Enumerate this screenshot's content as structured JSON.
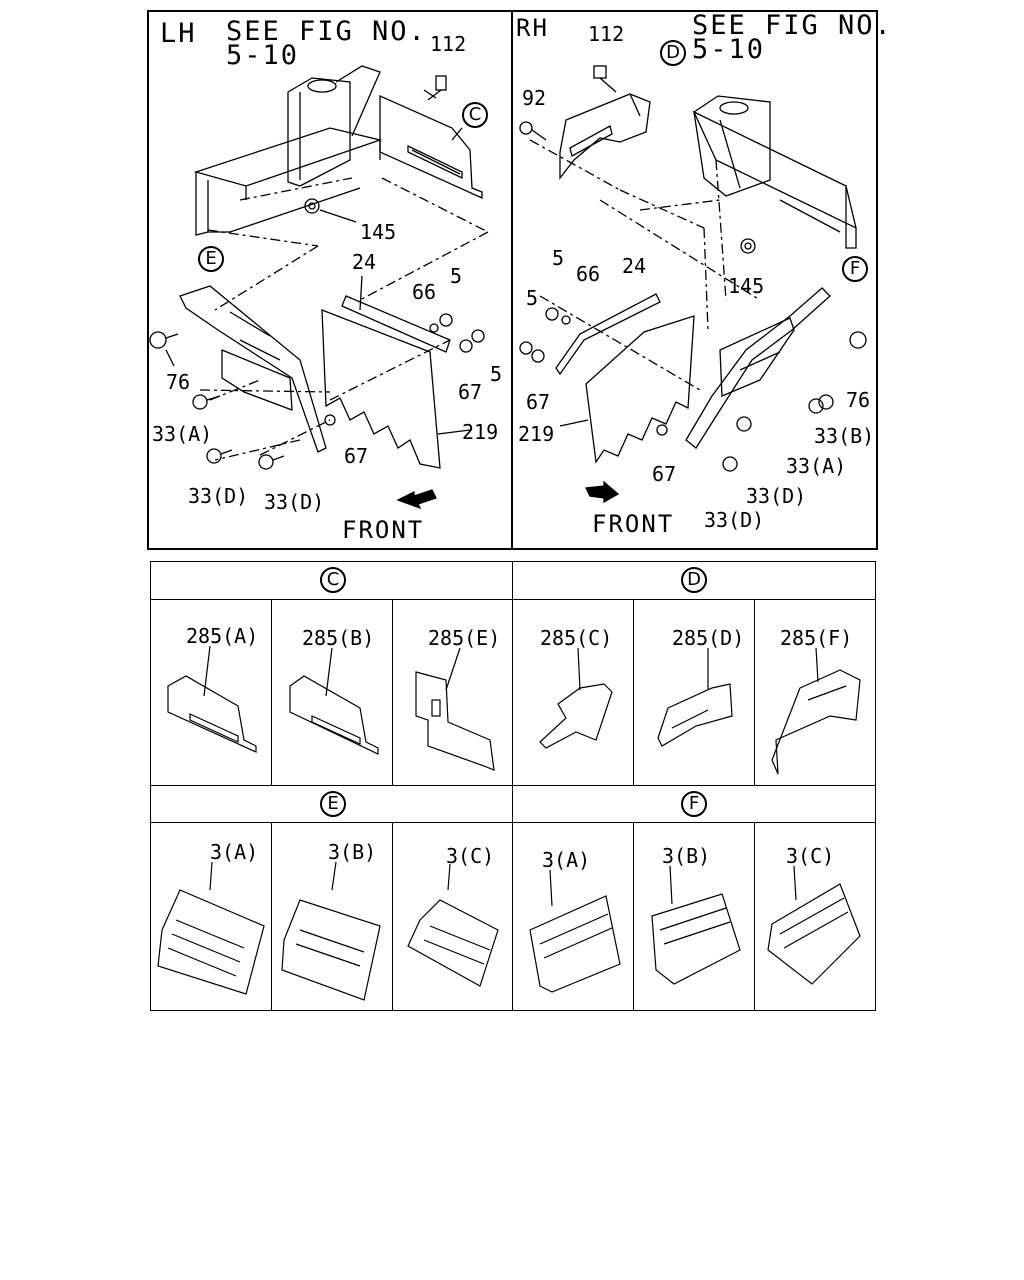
{
  "lh": {
    "side": "LH",
    "see_fig": "SEE FIG NO.",
    "fig_no": "5-10",
    "callouts": {
      "c112": "112",
      "c145": "145",
      "c24": "24",
      "c66": "66",
      "c5a": "5",
      "c5b": "5",
      "c67a": "67",
      "c67b": "67",
      "c76": "76",
      "c33a": "33(A)",
      "c33d1": "33(D)",
      "c33d2": "33(D)",
      "c219": "219"
    },
    "circle_c": "C",
    "circle_e": "E",
    "front": "FRONT"
  },
  "rh": {
    "side": "RH",
    "see_fig": "SEE FIG NO.",
    "fig_no": "5-10",
    "callouts": {
      "c112": "112",
      "c92": "92",
      "c145": "145",
      "c24": "24",
      "c66": "66",
      "c5a": "5",
      "c5b": "5",
      "c67a": "67",
      "c67b": "67",
      "c76": "76",
      "c33b": "33(B)",
      "c33a": "33(A)",
      "c33d1": "33(D)",
      "c33d2": "33(D)",
      "c219": "219"
    },
    "circle_d": "D",
    "circle_f": "F",
    "front": "FRONT"
  },
  "table": {
    "group_c": "C",
    "group_d": "D",
    "group_e": "E",
    "group_f": "F",
    "c_parts": [
      "285(A)",
      "285(B)",
      "285(E)"
    ],
    "d_parts": [
      "285(C)",
      "285(D)",
      "285(F)"
    ],
    "e_parts": [
      "3(A)",
      "3(B)",
      "3(C)"
    ],
    "f_parts": [
      "3(A)",
      "3(B)",
      "3(C)"
    ]
  }
}
